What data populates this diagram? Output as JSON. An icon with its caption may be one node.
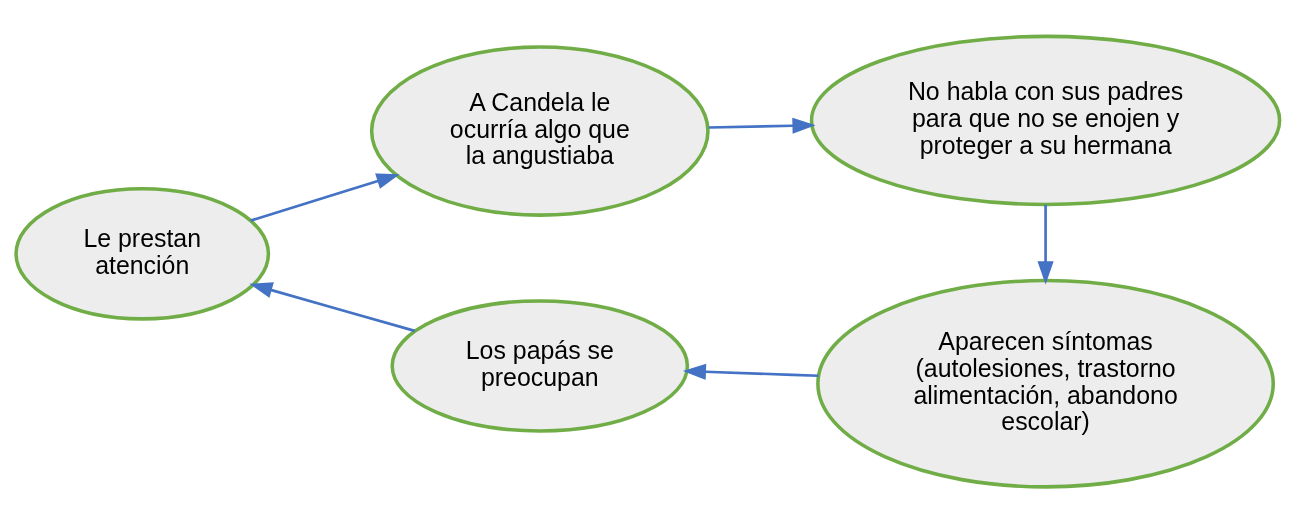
{
  "diagram": {
    "nodes": [
      {
        "text": [
          "Le prestan atención"
        ]
      },
      {
        "text": [
          "A Candela le ocurría algo que la angustiaba"
        ]
      },
      {
        "text": [
          "No habla con sus padres para que no se enojen y proteger a su hermana"
        ]
      },
      {
        "text": [
          "Aparecen síntomas (autolesiones, trastorno alimentación, abandono escolar)"
        ]
      },
      {
        "text": [
          "Los papás se preocupan"
        ]
      }
    ],
    "edges": [
      {
        "from": 0,
        "to": 1,
        "arrow": "to"
      },
      {
        "from": 1,
        "to": 2,
        "arrow": "to"
      },
      {
        "from": 2,
        "to": 3,
        "arrow": "to"
      },
      {
        "from": 3,
        "to": 4,
        "arrow": "to"
      },
      {
        "from": 4,
        "to": 0,
        "arrow": "to"
      }
    ]
  }
}
